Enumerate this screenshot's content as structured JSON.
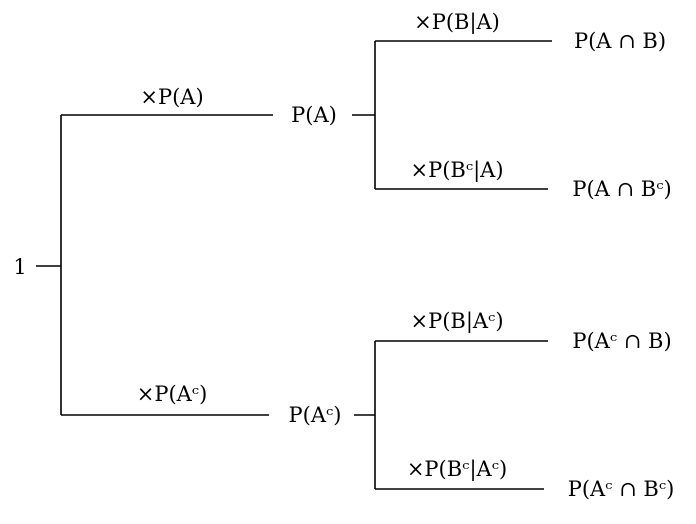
{
  "diagram": {
    "type": "probability-tree",
    "root_label": "1",
    "branches": [
      {
        "multiplier": "×P(A)",
        "node": "P(A)",
        "children": [
          {
            "multiplier": "×P(B|A)",
            "outcome": "P(A ∩ B)"
          },
          {
            "multiplier": "×P(Bᶜ|A)",
            "outcome": "P(A ∩ Bᶜ)"
          }
        ]
      },
      {
        "multiplier": "×P(Aᶜ)",
        "node": "P(Aᶜ)",
        "children": [
          {
            "multiplier": "×P(B|Aᶜ)",
            "outcome": "P(Aᶜ ∩ B)"
          },
          {
            "multiplier": "×P(Bᶜ|Aᶜ)",
            "outcome": "P(Aᶜ ∩ Bᶜ)"
          }
        ]
      }
    ]
  }
}
